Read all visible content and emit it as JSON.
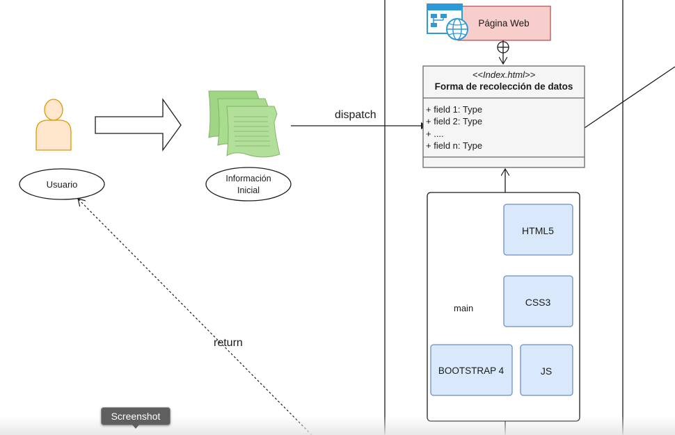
{
  "diagram": {
    "usuario": {
      "label": "Usuario"
    },
    "informacion": {
      "label_line1": "Información",
      "label_line2": "Inicial"
    },
    "dispatch_label": "dispatch",
    "return_label": "return",
    "pagina_web": {
      "label": "Página Web",
      "fill": "#f8cecc",
      "stroke": "#b85450"
    },
    "form_class": {
      "stereotype": "<<Index.html>>",
      "title": "Forma de recolección de datos",
      "fields": [
        "+ field 1: Type",
        "+ field 2: Type",
        "+ ....",
        "+ field n: Type"
      ]
    },
    "main_box": {
      "label": "main",
      "components": [
        "HTML5",
        "CSS3",
        "BOOTSTRAP 4",
        "JS"
      ]
    },
    "colors": {
      "component_fill": "#dae8fc",
      "component_stroke": "#6c8ebf",
      "actor_fill": "#ffe6cc",
      "actor_stroke": "#d79b00",
      "document_fill": "#a9dc8e",
      "class_fill": "#f5f5f5"
    }
  },
  "tooltip": {
    "text": "Screenshot"
  }
}
